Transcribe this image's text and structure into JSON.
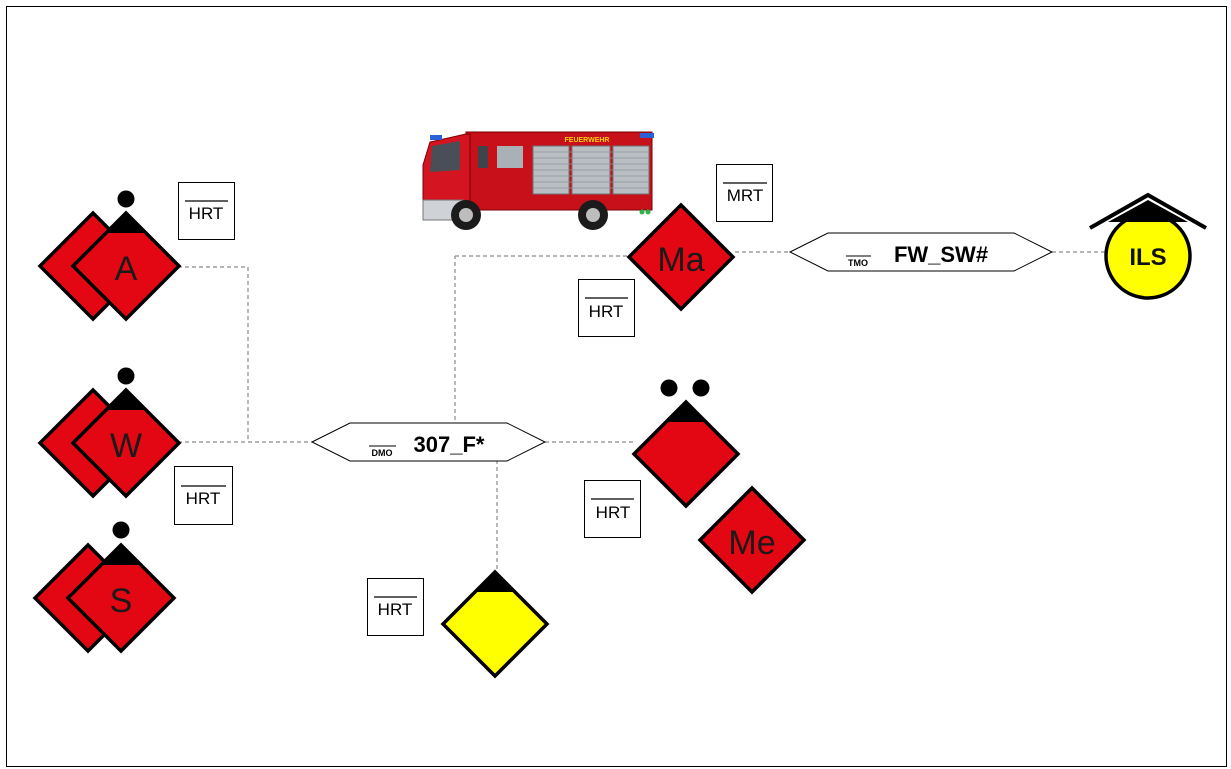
{
  "diagram": {
    "colors": {
      "red": "#e30613",
      "yellow": "#ffff00",
      "black": "#000000",
      "line": "#8a8a8a"
    },
    "radio_boxes": {
      "hrt_left_top": "HRT",
      "hrt_left_mid": "HRT",
      "mrt_truck": "MRT",
      "hrt_truck": "HRT",
      "hrt_right": "HRT",
      "hrt_yellow": "HRT"
    },
    "units": {
      "a": "A",
      "w": "W",
      "s": "S",
      "ma": "Ma",
      "me": "Me"
    },
    "groups": {
      "dmo": {
        "prefix": "DMO",
        "name": "307_F*"
      },
      "tmo": {
        "prefix": "TMO",
        "name": "FW_SW#"
      }
    },
    "ils": "ILS",
    "truck": {
      "lettering": "FEUERWEHR"
    }
  }
}
